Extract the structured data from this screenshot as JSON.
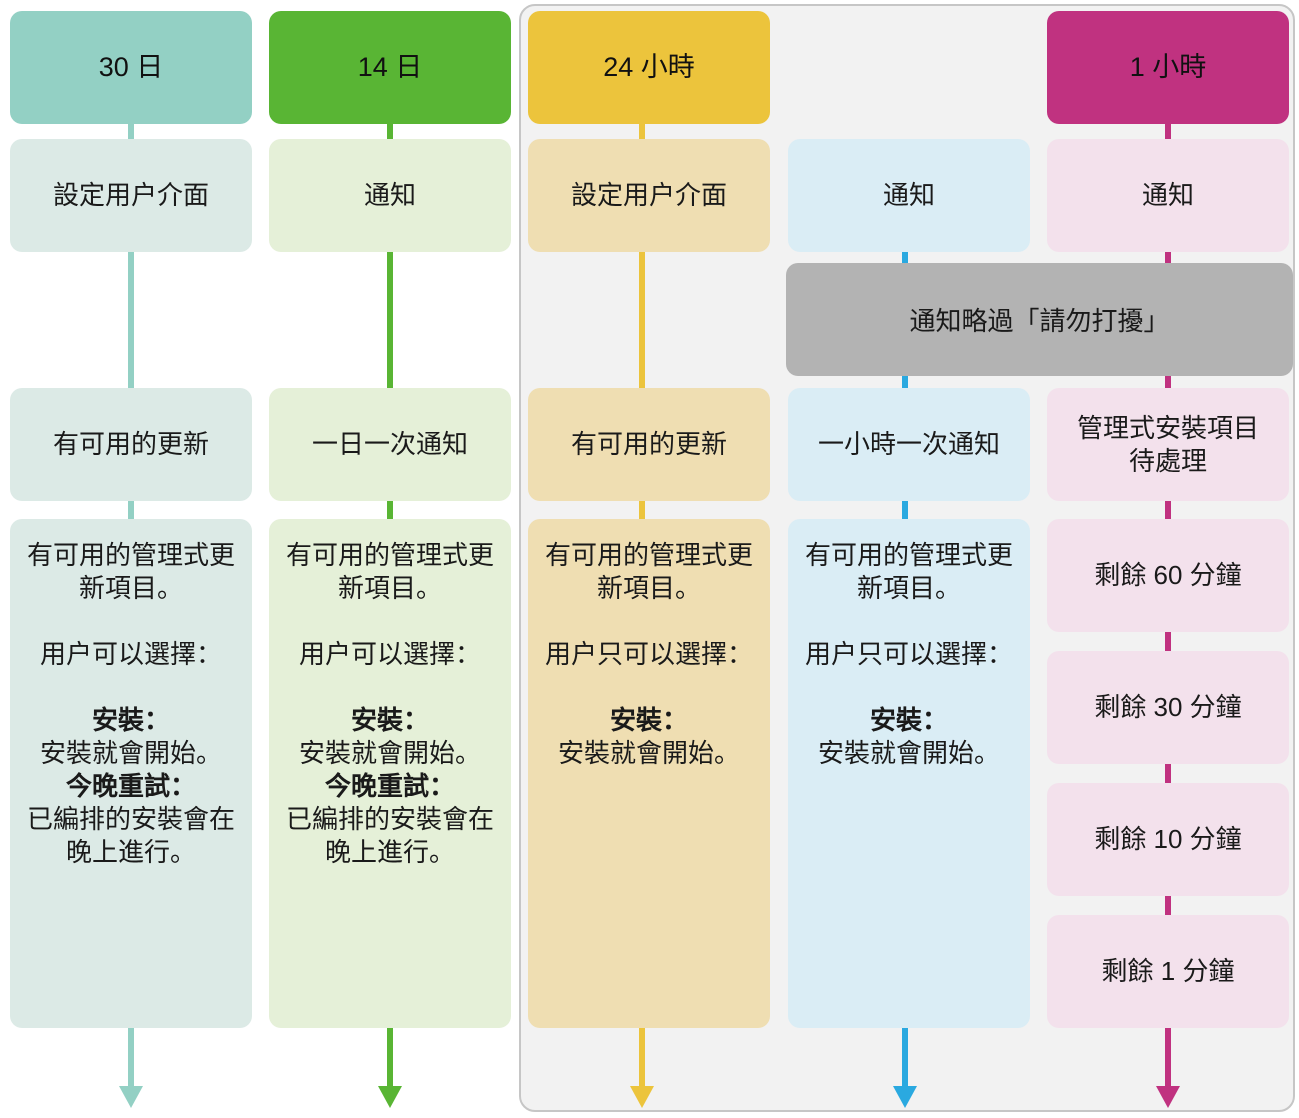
{
  "colors": {
    "teal": "#93d0c4",
    "teal_light": "#dceae6",
    "green": "#59b534",
    "green_light": "#e5f0d8",
    "yellow": "#ecc43c",
    "yellow_light": "#efdeb2",
    "blue": "#2aa9e0",
    "blue_light": "#daedf5",
    "magenta": "#c03280",
    "magenta_light": "#f3e1ec",
    "gray": "#b3b3b3"
  },
  "columns": [
    {
      "header": "30 日",
      "row1": "設定用户介面",
      "row3": "有可用的更新",
      "detail": {
        "line1": "有可用的管理式更新項目。",
        "line2": "用户可以選擇：",
        "opt1_title": "安裝：",
        "opt1_text": "安裝就會開始。",
        "opt2_title": "今晚重試：",
        "opt2_text": "已編排的安裝會在晚上進行。"
      }
    },
    {
      "header": "14 日",
      "row1": "通知",
      "row3": "一日一次通知",
      "detail": {
        "line1": "有可用的管理式更新項目。",
        "line2": "用户可以選擇：",
        "opt1_title": "安裝：",
        "opt1_text": "安裝就會開始。",
        "opt2_title": "今晚重試：",
        "opt2_text": "已編排的安裝會在晚上進行。"
      }
    },
    {
      "header": "24 小時",
      "row1": "設定用户介面",
      "row3": "有可用的更新",
      "detail": {
        "line1": "有可用的管理式更新項目。",
        "line2": "用户只可以選擇：",
        "opt1_title": "安裝：",
        "opt1_text": "安裝就會開始。"
      }
    },
    {
      "header": "",
      "row1": "通知",
      "row3": "一小時一次通知",
      "detail": {
        "line1": "有可用的管理式更新項目。",
        "line2": "用户只可以選擇：",
        "opt1_title": "安裝：",
        "opt1_text": "安裝就會開始。"
      }
    },
    {
      "header": "1 小時",
      "row1": "通知",
      "row3_line1": "管理式安裝項目",
      "row3_line2": "待處理",
      "countdown": [
        "剩餘 60 分鐘",
        "剩餘 30 分鐘",
        "剩餘 10 分鐘",
        "剩餘 1 分鐘"
      ]
    }
  ],
  "dnd_bar": "通知略過「請勿打擾」"
}
